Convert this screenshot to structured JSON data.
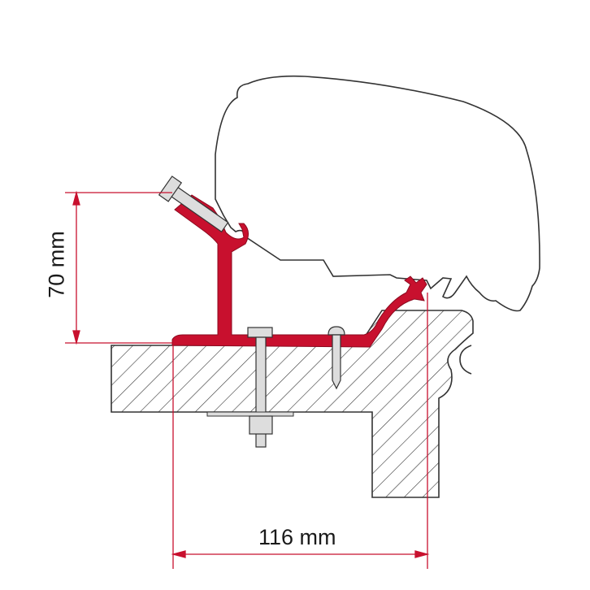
{
  "diagram": {
    "type": "technical cross-section drawing",
    "subject": "awning mounting adapter bracket on vehicle roof edge",
    "dimensions": {
      "height": {
        "label": "70 mm"
      },
      "width": {
        "label": "116 mm"
      }
    },
    "components": [
      {
        "name": "awning-housing",
        "style": "outline"
      },
      {
        "name": "adapter-bracket",
        "style": "red fill"
      },
      {
        "name": "clamp-bolt",
        "style": "grey"
      },
      {
        "name": "through-bolt-with-nut-and-washer",
        "style": "grey"
      },
      {
        "name": "screw",
        "style": "grey"
      },
      {
        "name": "roof-edge-section",
        "style": "diagonal hatching"
      }
    ],
    "colors": {
      "bracket": "#c8102e",
      "dimension_line": "#c8102e",
      "outline": "#333333",
      "metal": "#d9d9d9",
      "background": "#ffffff"
    }
  }
}
